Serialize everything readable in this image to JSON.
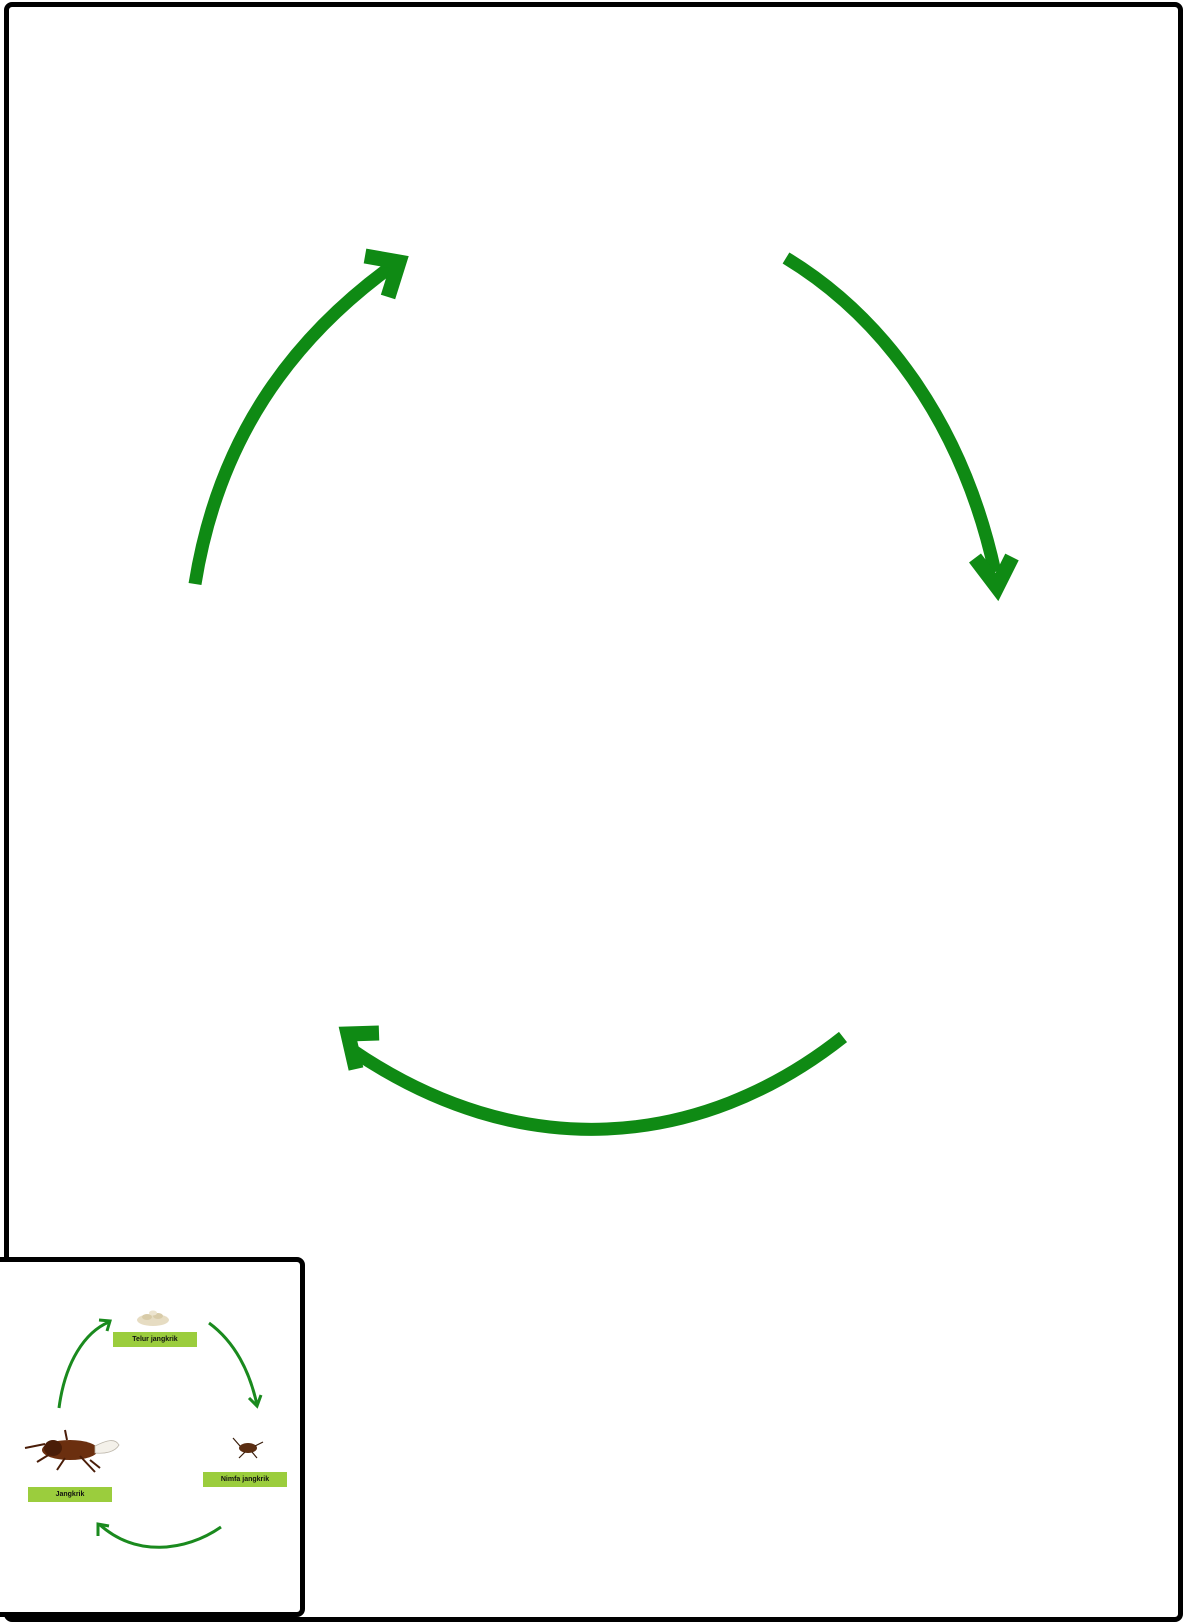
{
  "diagram": {
    "type": "life-cycle",
    "arrow_color": "#0f8a14",
    "arrows": [
      {
        "from": "adult",
        "to": "egg"
      },
      {
        "from": "egg",
        "to": "nymph"
      },
      {
        "from": "nymph",
        "to": "adult"
      }
    ]
  },
  "preview": {
    "label_color": "#9bcd3d",
    "stages": {
      "egg": {
        "label": "Telur jangkrik",
        "icon": "egg-cluster-icon"
      },
      "nymph": {
        "label": "Nimfa jangkrik",
        "icon": "nymph-cricket-icon"
      },
      "adult": {
        "label": "Jangkrik",
        "icon": "adult-cricket-icon"
      }
    }
  }
}
